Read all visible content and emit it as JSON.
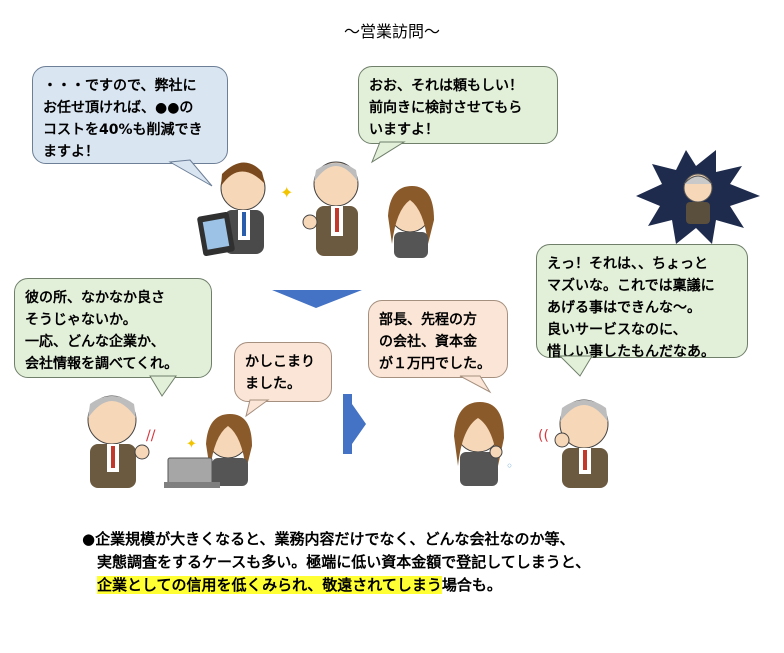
{
  "title": "〜営業訪問〜",
  "bubbles": {
    "sales_pitch": "・・・ですので、弊社に\nお任せ頂ければ、●●の\nコストを40%も削減でき\nますよ！",
    "client_reply": "おお、それは頼もしい！\n前向きに検討させてもら\nいますよ！",
    "boss_request": "彼の所、なかなか良さ\nそうじゃないか。\n一応、どんな企業か、\n会社情報を調べてくれ。",
    "staff_ok": "かしこまり\nました。",
    "staff_report": "部長、先程の方\nの会社、資本金\nが１万円でした。",
    "boss_reaction": "えっ！それは、、ちょっと\nマズいな。これでは稟議に\nあげる事はできんな〜。\n良いサービスなのに、\n惜しい事したもんだなあ。"
  },
  "note": {
    "bullet": "●",
    "line1": "企業規模が大きくなると、業務内容だけでなく、どんな会社なのか等、",
    "line2": "実態調査をするケースも多い。極端に低い資本金額で登記してしまうと、",
    "line3_highlight": "企業としての信用を低くみられ、敬遠されてしまう",
    "line3_rest": "場合も。"
  },
  "colors": {
    "arrow": "#4472c4",
    "bubble_blue": "#dae5f2",
    "bubble_green": "#e2efd9",
    "bubble_peach": "#fbe5d6",
    "highlight": "#ffff33",
    "shock_burst": "#1f2b4d"
  }
}
